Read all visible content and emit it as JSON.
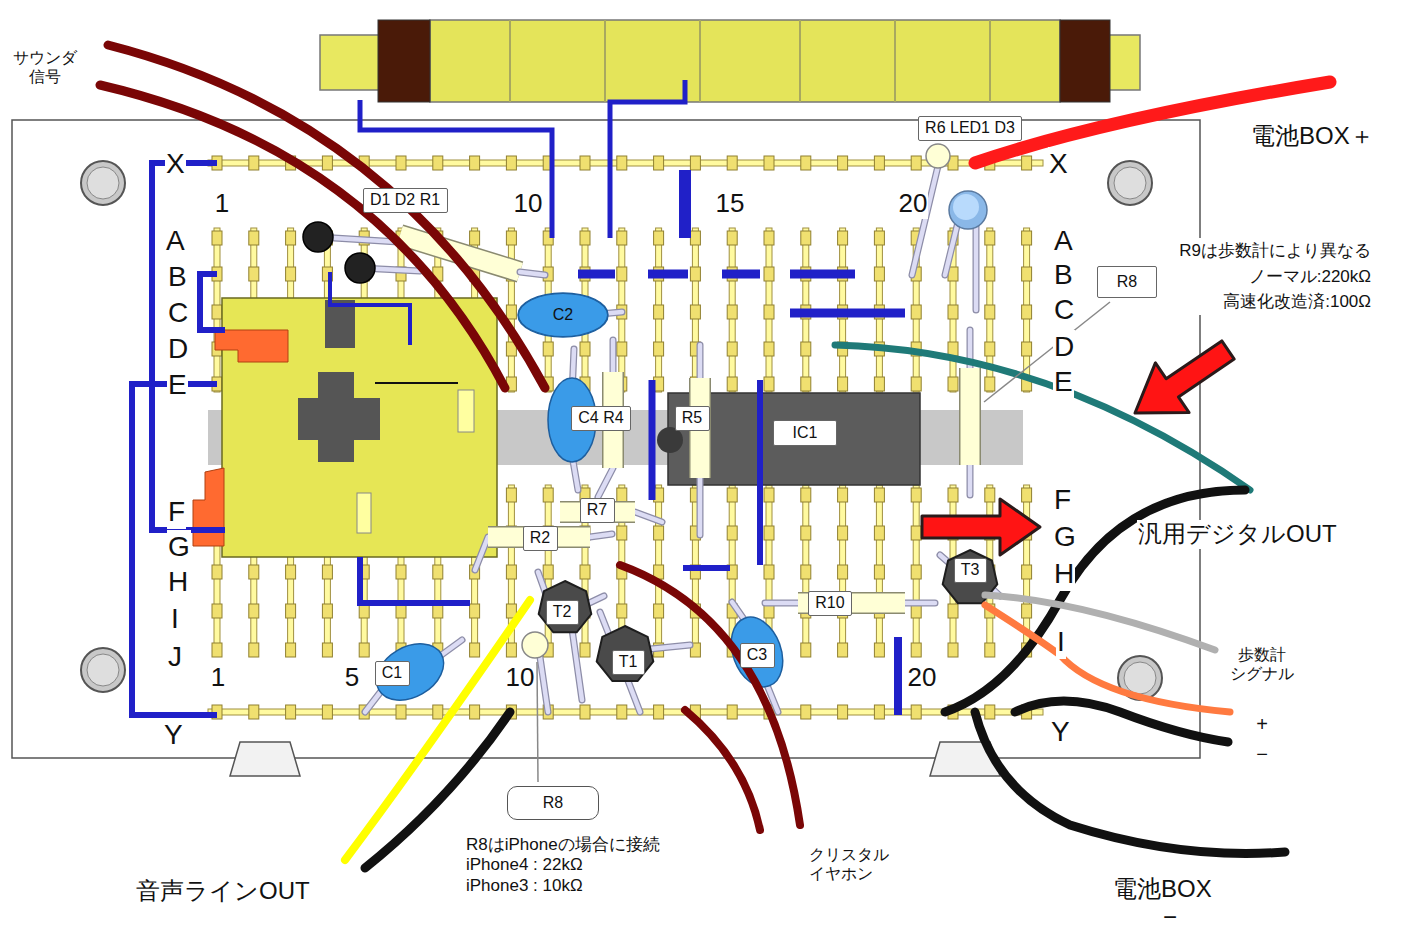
{
  "diagram": {
    "nodes": [
      {
        "text": [
          "R6 LED1 D3"
        ]
      },
      {
        "text": [
          "D1 D2 R1"
        ]
      },
      {
        "text": [
          "R8"
        ]
      },
      {
        "text": [
          "C2"
        ]
      },
      {
        "text": [
          "C4 R4"
        ]
      },
      {
        "text": [
          "R5"
        ]
      },
      {
        "text": [
          "IC1"
        ]
      },
      {
        "text": [
          "R7"
        ]
      },
      {
        "text": [
          "R2"
        ]
      },
      {
        "text": [
          "T3"
        ]
      },
      {
        "text": [
          "R10"
        ]
      },
      {
        "text": [
          "T2"
        ]
      },
      {
        "text": [
          "T1"
        ]
      },
      {
        "text": [
          "C3"
        ]
      },
      {
        "text": [
          "C1"
        ]
      },
      {
        "text": [
          "R8"
        ]
      }
    ],
    "labels": [
      "サウンダ 信号",
      "電池BOX＋",
      "X",
      "1",
      "10",
      "15",
      "20",
      "X",
      "A",
      "B",
      "C",
      "D",
      "E",
      "A",
      "B",
      "C",
      "D",
      "E",
      "R9は歩数計により異なる ノーマル:220kΩ 高速化改造済:100Ω",
      "F",
      "G",
      "H",
      "I",
      "J",
      "F",
      "G",
      "H",
      "I",
      "汎用デジタルOUT",
      "1",
      "5",
      "10",
      "20",
      "歩数計 シグナル",
      "Y",
      "Y",
      "+",
      "−",
      "音声ラインOUT",
      "R8はiPhoneの場合に接続 iPhone4 : 22kΩ iPhone3 : 10kΩ",
      "クリスタル イヤホン",
      "電池BOX",
      "−"
    ]
  }
}
